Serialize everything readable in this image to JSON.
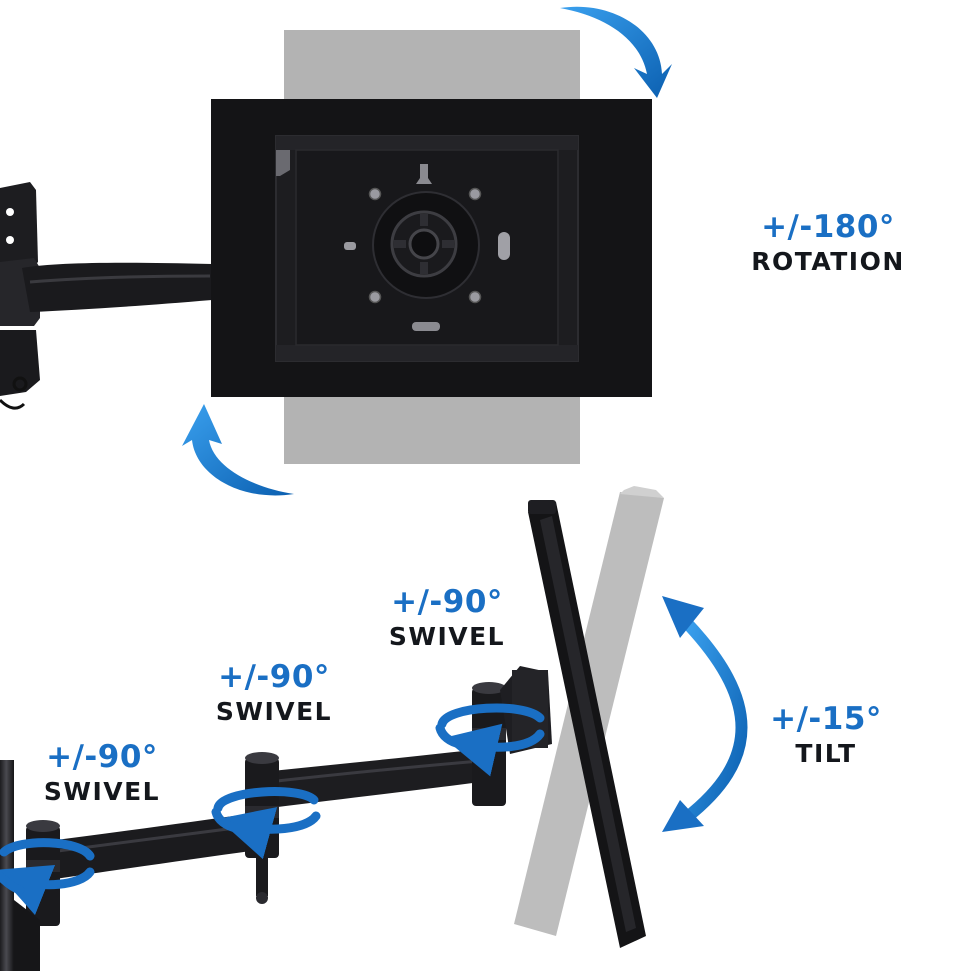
{
  "colors": {
    "accent_blue": "#1a6fc4",
    "label_dark": "#14171c",
    "mount_black": "#141416",
    "ghost_gray": "#b3b3b3"
  },
  "labels": {
    "rotation": {
      "value": "+/-180°",
      "word": "ROTATION"
    },
    "tilt": {
      "value": "+/-15°",
      "word": "TILT"
    },
    "swivel_1": {
      "value": "+/-90°",
      "word": "SWIVEL"
    },
    "swivel_2": {
      "value": "+/-90°",
      "word": "SWIVEL"
    },
    "swivel_3": {
      "value": "+/-90°",
      "word": "SWIVEL"
    }
  }
}
